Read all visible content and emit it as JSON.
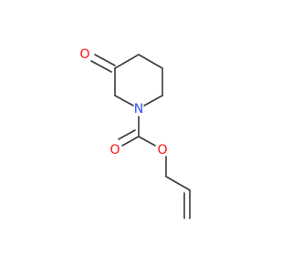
{
  "molecule": {
    "atoms": [
      {
        "id": "O1",
        "label": "O",
        "color": "#ff0d0d"
      },
      {
        "id": "N1",
        "label": "N",
        "color": "#3050f8"
      },
      {
        "id": "O2",
        "label": "O",
        "color": "#ff0d0d"
      },
      {
        "id": "O3",
        "label": "O",
        "color": "#ff0d0d"
      }
    ],
    "bond_color": "#3a3a3a"
  }
}
